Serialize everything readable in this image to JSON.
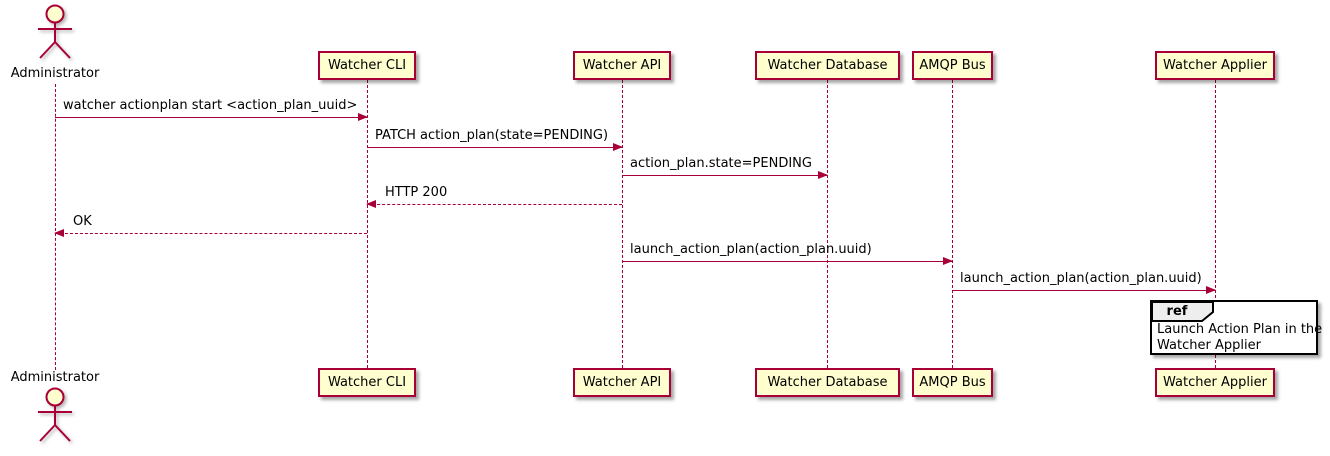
{
  "colors": {
    "line": "#A80036",
    "participant_fill": "#FEFECE",
    "participant_border": "#A80036",
    "text": "#000000",
    "ref_border": "#000000",
    "ref_header_fill": "#EEEEEE",
    "background": "#FFFFFF"
  },
  "actor": {
    "label": "Administrator"
  },
  "participants": [
    {
      "label": "Watcher CLI"
    },
    {
      "label": "Watcher API"
    },
    {
      "label": "Watcher Database"
    },
    {
      "label": "AMQP Bus"
    },
    {
      "label": "Watcher Applier"
    }
  ],
  "messages": [
    {
      "text": "watcher actionplan start <action_plan_uuid>",
      "from": "Administrator",
      "to": "Watcher CLI",
      "style": "solid"
    },
    {
      "text": "PATCH action_plan(state=PENDING)",
      "from": "Watcher CLI",
      "to": "Watcher API",
      "style": "solid"
    },
    {
      "text": "action_plan.state=PENDING",
      "from": "Watcher API",
      "to": "Watcher Database",
      "style": "solid"
    },
    {
      "text": "HTTP 200",
      "from": "Watcher API",
      "to": "Watcher CLI",
      "style": "dotted"
    },
    {
      "text": "OK",
      "from": "Watcher CLI",
      "to": "Administrator",
      "style": "dotted"
    },
    {
      "text": "launch_action_plan(action_plan.uuid)",
      "from": "Watcher API",
      "to": "AMQP Bus",
      "style": "solid"
    },
    {
      "text": "launch_action_plan(action_plan.uuid)",
      "from": "AMQP Bus",
      "to": "Watcher Applier",
      "style": "solid"
    }
  ],
  "ref": {
    "keyword": "ref",
    "line1": "Launch Action Plan in the",
    "line2": "Watcher Applier"
  }
}
